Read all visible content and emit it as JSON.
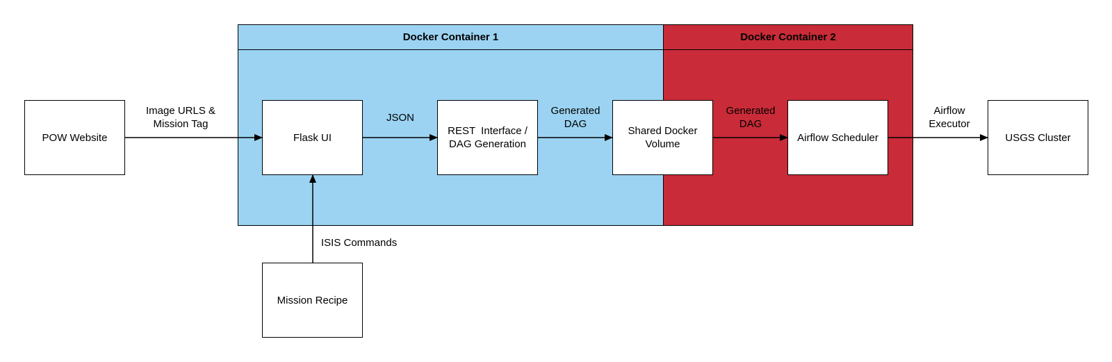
{
  "colors": {
    "container1_fill": "#9cd3f2",
    "container2_fill": "#c92b38",
    "box_fill": "#ffffff",
    "stroke": "#000000"
  },
  "containers": {
    "c1": {
      "title": "Docker Container 1"
    },
    "c2": {
      "title": "Docker Container 2"
    }
  },
  "nodes": {
    "pow_website": "POW Website",
    "flask_ui": "Flask UI",
    "rest_interface": [
      "REST  Interface /",
      "DAG Generation"
    ],
    "shared_volume": [
      "Shared Docker",
      "Volume"
    ],
    "airflow_scheduler": "Airflow Scheduler",
    "usgs_cluster": "USGS Cluster",
    "mission_recipe": "Mission Recipe"
  },
  "edges": {
    "pow_to_flask": [
      "Image URLS &",
      "Mission Tag"
    ],
    "flask_to_rest": "JSON",
    "rest_to_volume": [
      "Generated",
      "DAG"
    ],
    "volume_to_airflow": [
      "Generated",
      "DAG"
    ],
    "airflow_to_usgs": [
      "Airflow",
      "Executor"
    ],
    "recipe_to_flask": "ISIS Commands"
  }
}
